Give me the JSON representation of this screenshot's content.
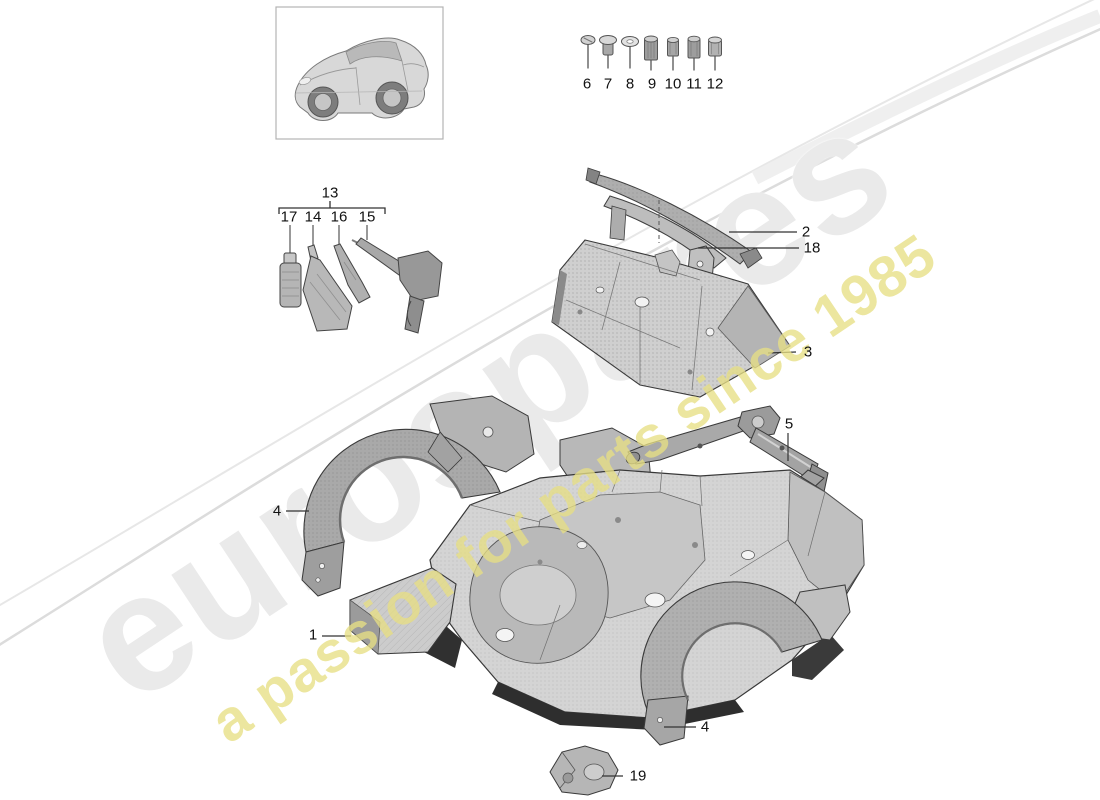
{
  "watermark": {
    "brand": "eurospares",
    "tagline": "a passion for parts since 1985",
    "brand_color": "#eaeaea",
    "tagline_color": "#e7df85"
  },
  "diagram": {
    "line_color": "#333333",
    "part_fill": "#c9c9c9",
    "callout_text_color": "#111111"
  },
  "callouts": {
    "one": {
      "label": "1"
    },
    "two": {
      "label": "2"
    },
    "three": {
      "label": "3"
    },
    "four_left": {
      "label": "4"
    },
    "four_right": {
      "label": "4"
    },
    "five": {
      "label": "5"
    },
    "eighteen": {
      "label": "18"
    },
    "nineteen": {
      "label": "19"
    }
  },
  "fasteners": {
    "items": [
      {
        "label": "6"
      },
      {
        "label": "7"
      },
      {
        "label": "8"
      },
      {
        "label": "9"
      },
      {
        "label": "10"
      },
      {
        "label": "11"
      },
      {
        "label": "12"
      }
    ]
  },
  "tools": {
    "group_label": "13",
    "items": [
      {
        "label": "17"
      },
      {
        "label": "14"
      },
      {
        "label": "16"
      },
      {
        "label": "15"
      }
    ]
  }
}
